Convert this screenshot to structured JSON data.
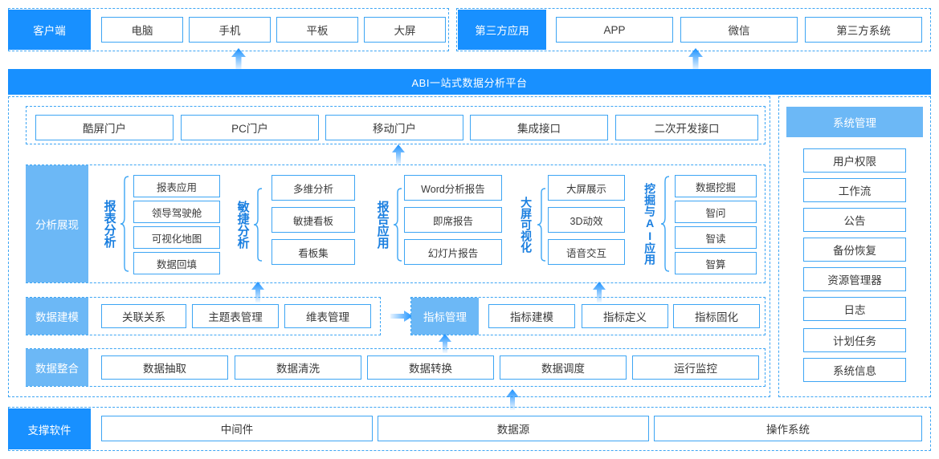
{
  "diagram": {
    "title": "ABI一站式数据分析平台",
    "colors": {
      "brand_blue": "#1890ff",
      "light_blue": "#6cb8f6",
      "border_blue": "#3da5f4",
      "text_dark": "#3a3a3a",
      "caption_blue": "#1a7fe0"
    }
  },
  "client_row": {
    "label": "客户端",
    "items": [
      "电脑",
      "手机",
      "平板",
      "大屏"
    ]
  },
  "third_party_row": {
    "label": "第三方应用",
    "items": [
      "APP",
      "微信",
      "第三方系统"
    ]
  },
  "platform_band": {
    "title": "ABI一站式数据分析平台"
  },
  "portal_row": {
    "items": [
      "酷屏门户",
      "PC门户",
      "移动门户",
      "集成接口",
      "二次开发接口"
    ]
  },
  "analysis_row": {
    "label": "分析展现",
    "groups": [
      {
        "caption": "报表分析",
        "items": [
          "报表应用",
          "领导驾驶舱",
          "可视化地图",
          "数据回填"
        ]
      },
      {
        "caption": "敏捷分析",
        "items": [
          "多维分析",
          "敏捷看板",
          "看板集"
        ]
      },
      {
        "caption": "报告应用",
        "items": [
          "Word分析报告",
          "即席报告",
          "幻灯片报告"
        ]
      },
      {
        "caption": "大屏可视化",
        "items": [
          "大屏展示",
          "3D动效",
          "语音交互"
        ]
      },
      {
        "caption": "挖掘与AI应用",
        "items": [
          "数据挖掘",
          "智问",
          "智读",
          "智算"
        ]
      }
    ]
  },
  "modeling_row": {
    "label": "数据建模",
    "items": [
      "关联关系",
      "主题表管理",
      "维表管理"
    ],
    "metric_label": "指标管理",
    "metric_items": [
      "指标建模",
      "指标定义",
      "指标固化"
    ]
  },
  "integration_row": {
    "label": "数据整合",
    "items": [
      "数据抽取",
      "数据清洗",
      "数据转换",
      "数据调度",
      "运行监控"
    ]
  },
  "system_panel": {
    "label": "系统管理",
    "items": [
      "用户权限",
      "工作流",
      "公告",
      "备份恢复",
      "资源管理器",
      "日志",
      "计划任务",
      "系统信息"
    ]
  },
  "support_row": {
    "label": "支撑软件",
    "items": [
      "中间件",
      "数据源",
      "操作系统"
    ]
  }
}
